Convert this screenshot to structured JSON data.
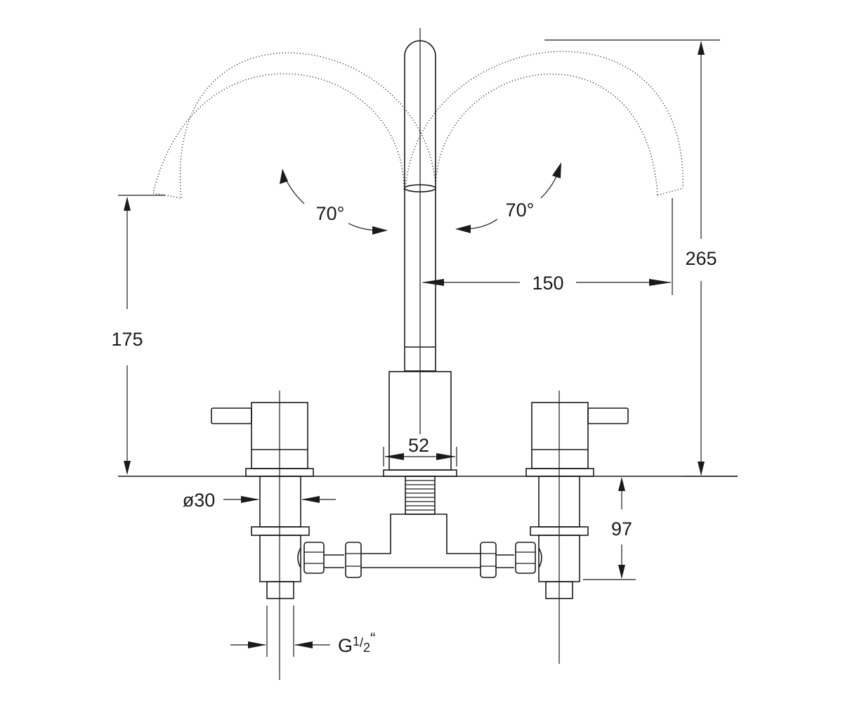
{
  "drawing": {
    "dimensions": {
      "spout_height": "175",
      "total_height": "265",
      "spout_reach": "150",
      "swivel_left": "70°",
      "swivel_right": "70°",
      "body_width": "52",
      "handle_diameter": "ø30",
      "below_deck": "97",
      "thread_prefix": "G",
      "thread_num": "1",
      "thread_den": "2",
      "thread_suffix": "“"
    },
    "colors": {
      "line": "#1a1a1a",
      "background": "#ffffff"
    }
  }
}
